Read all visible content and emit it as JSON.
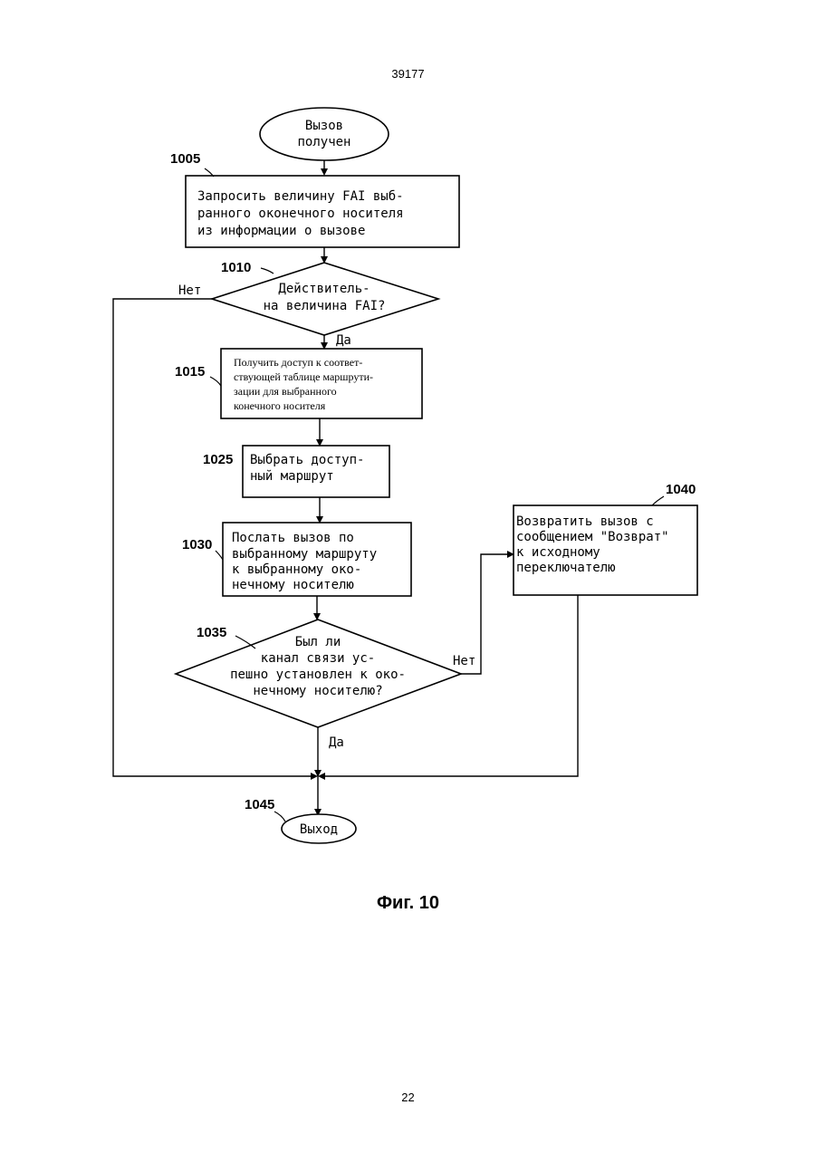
{
  "page": {
    "number_top": "39177",
    "number_bottom": "22",
    "figure_caption": "Фиг. 10"
  },
  "flowchart": {
    "start": {
      "lines": [
        "Вызов",
        "получен"
      ]
    },
    "step_1005": {
      "ref": "1005",
      "lines": [
        "Запросить величину FAI выб-",
        "ранного оконечного носителя",
        "из информации о вызове"
      ]
    },
    "decision_1010": {
      "ref": "1010",
      "lines": [
        "Действитель-",
        "на величина FAI?"
      ],
      "no": "Нет",
      "yes": "Да"
    },
    "step_1015": {
      "ref": "1015",
      "lines": [
        "Получить доступ к соответ-",
        "ствующей таблице маршрути-",
        "зации для выбранного",
        "конечного носителя"
      ]
    },
    "step_1025": {
      "ref": "1025",
      "lines": [
        "Выбрать доступ-",
        "ный маршрут"
      ]
    },
    "step_1030": {
      "ref": "1030",
      "lines": [
        "Послать вызов по",
        "выбранному маршруту",
        "к выбранному око-",
        "нечному носителю"
      ]
    },
    "decision_1035": {
      "ref": "1035",
      "lines": [
        "Был ли",
        "канал связи ус-",
        "пешно установлен к око-",
        "нечному носителю?"
      ],
      "no": "Нет",
      "yes": "Да"
    },
    "step_1040": {
      "ref": "1040",
      "lines": [
        "Возвратить вызов с",
        "сообщением \"Возврат\"",
        "к исходному",
        "переключателю"
      ]
    },
    "end_1045": {
      "ref": "1045",
      "label": "Выход"
    }
  }
}
